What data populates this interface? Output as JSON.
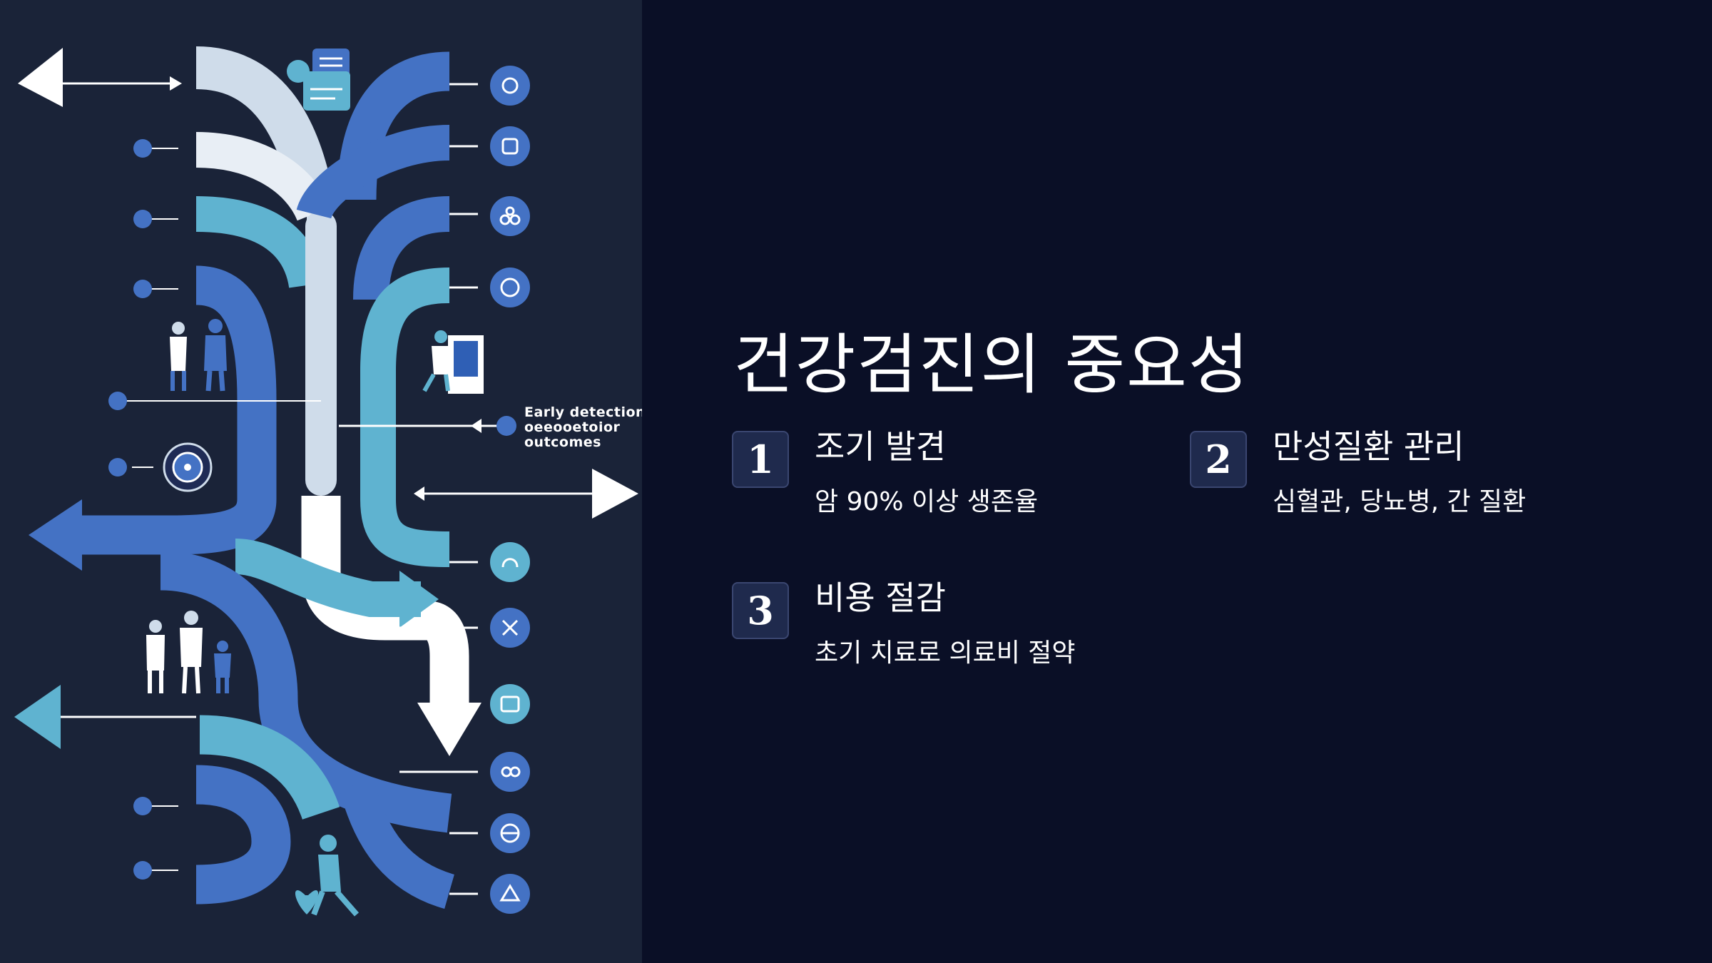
{
  "slide": {
    "title": "건강검진의 중요성",
    "points": [
      {
        "number": "1",
        "heading": "조기 발견",
        "description": "암 90% 이상 생존율"
      },
      {
        "number": "2",
        "heading": "만성질환 관리",
        "description": "심혈관, 당뇨병, 간 질환"
      },
      {
        "number": "3",
        "heading": "비용 절감",
        "description": "초기 치료로 의료비 절약"
      }
    ]
  },
  "illustration": {
    "center_label": "Early detection\noeeooetoior\noutcomes",
    "icon_names": [
      "document-icon",
      "stethoscope-icon",
      "virus-icon",
      "dna-icon",
      "heart-icon",
      "lungs-icon",
      "kidney-icon",
      "brain-icon",
      "people-icon",
      "target-icon"
    ],
    "colors": {
      "background": "#1a2338",
      "light_blue": "#cfdcea",
      "mid_blue": "#4472c4",
      "teal": "#5fb3d0",
      "dark_blue": "#2f5fb5"
    }
  },
  "colors": {
    "slide_background": "#0a0f26",
    "number_box": "#1f2a4d",
    "text": "#ffffff"
  }
}
